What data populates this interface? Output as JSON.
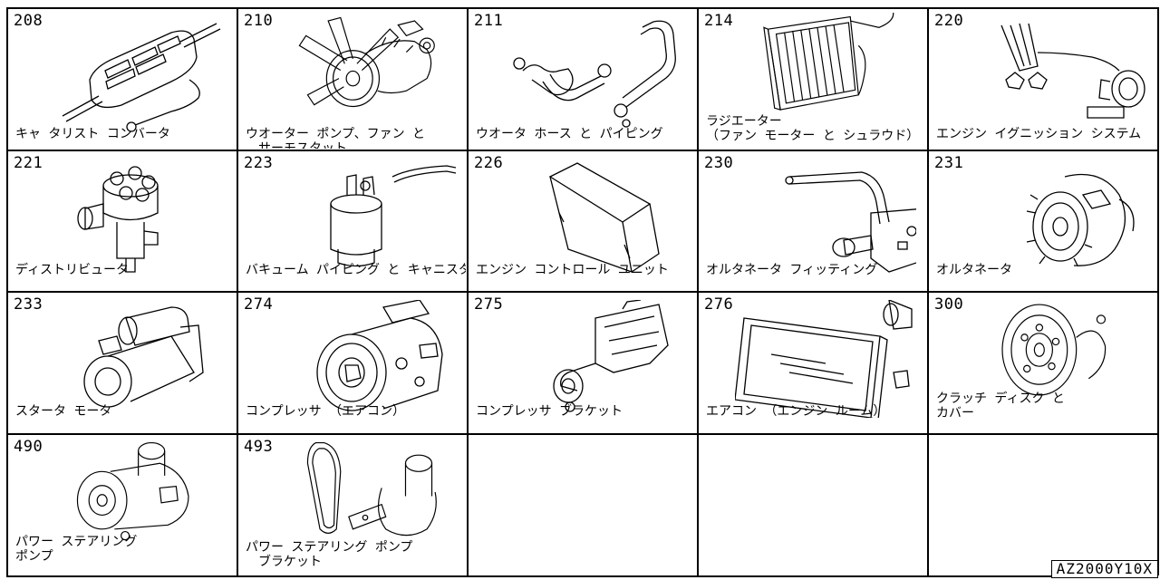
{
  "sheet_code": "AZ2000Y10X",
  "cells": [
    {
      "number": "208",
      "caption": "キャ タリスト コンバータ",
      "icon": "catalytic-converter-icon"
    },
    {
      "number": "210",
      "caption": "ウオーター ポンプ、ファン と\n　サーモスタット",
      "icon": "water-pump-fan-icon"
    },
    {
      "number": "211",
      "caption": "ウオータ ホース と パイピング",
      "icon": "water-hose-icon"
    },
    {
      "number": "214",
      "caption": "ラジエーター\n（ファン モーター と シュラウド）",
      "icon": "radiator-icon"
    },
    {
      "number": "220",
      "caption": "エンジン イグニッション システム",
      "icon": "ignition-system-icon"
    },
    {
      "number": "221",
      "caption": "ディストリビュータ",
      "icon": "distributor-icon"
    },
    {
      "number": "223",
      "caption": "バキューム パイピング と キャニスタ",
      "icon": "vacuum-canister-icon"
    },
    {
      "number": "226",
      "caption": "エンジン コントロール ユニット",
      "icon": "control-unit-icon"
    },
    {
      "number": "230",
      "caption": "オルタネータ フィッティング",
      "icon": "alternator-bracket-icon"
    },
    {
      "number": "231",
      "caption": "オルタネータ",
      "icon": "alternator-icon"
    },
    {
      "number": "233",
      "caption": "スタータ モータ",
      "icon": "starter-motor-icon"
    },
    {
      "number": "274",
      "caption": "コンプレッサ （エアコン）",
      "icon": "compressor-icon"
    },
    {
      "number": "275",
      "caption": "コンプレッサ ブラケット",
      "icon": "compressor-bracket-icon"
    },
    {
      "number": "276",
      "caption": "エアコン （エンジン ルーム）",
      "icon": "condenser-icon"
    },
    {
      "number": "300",
      "caption": "クラッチ ディスク と\nカバー",
      "icon": "clutch-disc-icon"
    },
    {
      "number": "490",
      "caption": "パワー ステアリング\nポンプ",
      "icon": "power-steering-pump-icon"
    },
    {
      "number": "493",
      "caption": "パワー ステアリング ポンプ\n　ブラケット",
      "icon": "power-steering-bracket-icon"
    }
  ]
}
